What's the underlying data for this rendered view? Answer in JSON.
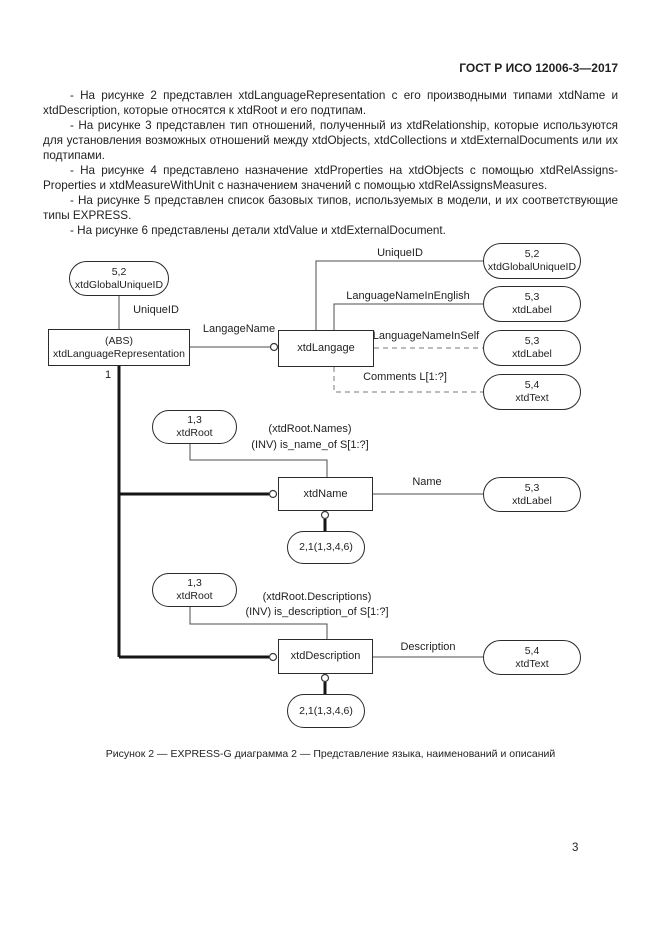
{
  "header": {
    "standard_ref": "ГОСТ Р ИСО 12006-3—2017"
  },
  "body": {
    "paragraphs": [
      "- На рисунке 2 представлен xtdLanguageRepresentation с его производными типами xtdName и xtdDescription, которые относятся к xtdRoot и его подтипам.",
      "- На рисунке 3 представлен тип отношений, полученный из xtdRelationship, которые используются для установления возможных отношений между xtdObjects, xtdCollections и xtdExternalDocuments или их подтипами.",
      "- На рисунке 4 представлено назначение xtdProperties на xtdObjects с помощью xtdRelAssigns-Properties и xtdMeasureWithUnit с назначением значений с помощью xtdRelAssignsMeasures.",
      "- На рисунке 5 представлен список базовых типов, используемых в модели, и их соответствующие типы EXPRESS.",
      "- На рисунке 6 представлены детали xtdValue и xtdExternalDocument."
    ]
  },
  "diagram": {
    "nodes": {
      "guid_left": {
        "ref": "5,2",
        "name": "xtdGlobalUniqueID"
      },
      "abs_rep": {
        "line1": "(ABS)",
        "line2": "xtdLanguageRepresentation"
      },
      "xtdlangage": {
        "name": "xtdLangage"
      },
      "guid_right": {
        "ref": "5,2",
        "name": "xtdGlobalUniqueID"
      },
      "label1": {
        "ref": "5,3",
        "name": "xtdLabel"
      },
      "label2": {
        "ref": "5,3",
        "name": "xtdLabel"
      },
      "text1": {
        "ref": "5,4",
        "name": "xtdText"
      },
      "root1": {
        "ref": "1,3",
        "name": "xtdRoot"
      },
      "xtdname": {
        "name": "xtdName"
      },
      "label3": {
        "ref": "5,3",
        "name": "xtdLabel"
      },
      "pageref1": {
        "name": "2,1(1,3,4,6)"
      },
      "root2": {
        "ref": "1,3",
        "name": "xtdRoot"
      },
      "xtddesc": {
        "name": "xtdDescription"
      },
      "text2": {
        "ref": "5,4",
        "name": "xtdText"
      },
      "pageref2": {
        "name": "2,1(1,3,4,6)"
      }
    },
    "edge_labels": {
      "unique_id_left": "UniqueID",
      "langage_name": "LangageName",
      "cardinality_1": "1",
      "unique_id_right": "UniqueID",
      "lang_in_english": "LanguageNameInEnglish",
      "lang_in_self": "LanguageNameInSelf",
      "comments": "Comments L[1:?]",
      "root_names_line1": "(xtdRoot.Names)",
      "root_names_line2": "(INV) is_name_of S[1:?]",
      "name": "Name",
      "root_desc_line1": "(xtdRoot.Descriptions)",
      "root_desc_line2": "(INV) is_description_of S[1:?]",
      "description": "Description"
    },
    "line_color": "#1f1f1f"
  },
  "caption": "Рисунок 2 — EXPRESS-G диаграмма 2 — Представление языка, наименований и описаний",
  "footer": {
    "page_number": "3"
  }
}
